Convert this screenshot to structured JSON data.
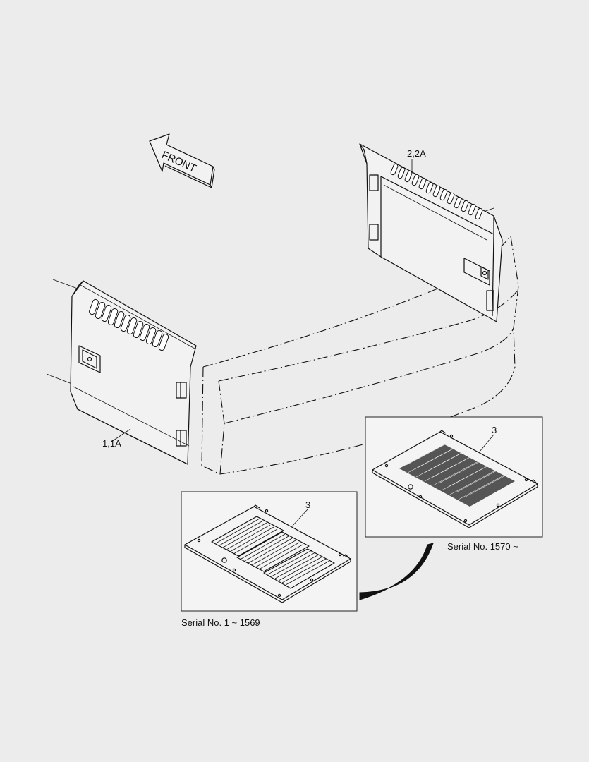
{
  "diagram": {
    "front_arrow_label": "FRONT",
    "callouts": {
      "left_panel": "1,1A",
      "right_panel": "2,2A",
      "grille_early": "3",
      "grille_late": "3"
    },
    "captions": {
      "early": "Serial No. 1 ~ 1569",
      "late": "Serial No. 1570 ~"
    },
    "colors": {
      "background": "#ececec",
      "line": "#111111",
      "panel_fill": "#f2f2f2"
    }
  }
}
